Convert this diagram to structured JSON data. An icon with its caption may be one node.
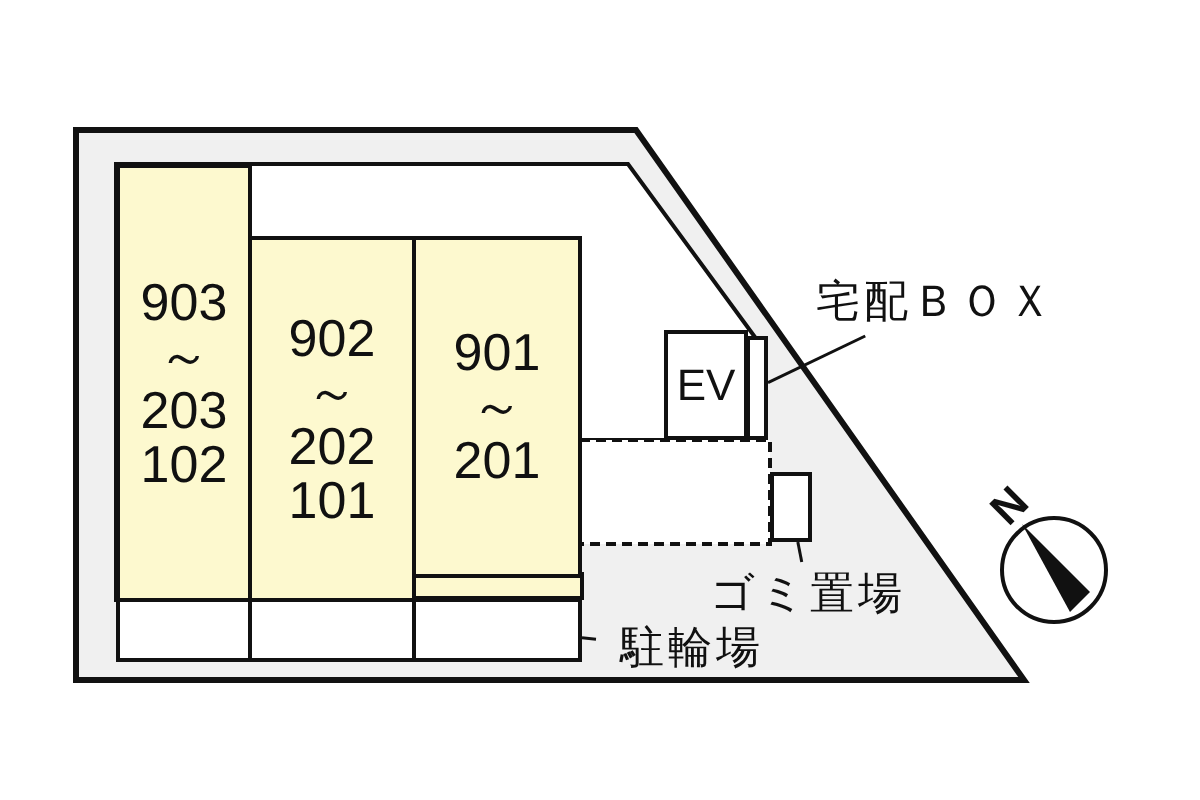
{
  "diagram": {
    "nodes": [
      {
        "text": [
          "903 ～ 203 102"
        ]
      },
      {
        "text": [
          "902 ～ 202 101"
        ]
      },
      {
        "text": [
          "901 ～ 201"
        ]
      },
      {
        "text": [
          "EV"
        ]
      },
      {
        "text": [
          "宅配ＢＯＸ"
        ]
      },
      {
        "text": [],
        "shape": "box"
      },
      {
        "text": [
          "ゴミ置場"
        ]
      },
      {
        "text": [],
        "shape": "box"
      },
      {
        "text": [
          "駐輪場"
        ]
      },
      {
        "text": [],
        "shape": "box"
      },
      {
        "text": [],
        "shape": "box"
      },
      {
        "text": [],
        "shape": "box"
      }
    ],
    "edges": [
      {
        "from": 4,
        "to": 5,
        "arrow": "none"
      },
      {
        "from": 6,
        "to": 7,
        "arrow": "none"
      },
      {
        "from": 8,
        "to": 11,
        "arrow": "none"
      }
    ],
    "labels": [
      "N"
    ]
  }
}
